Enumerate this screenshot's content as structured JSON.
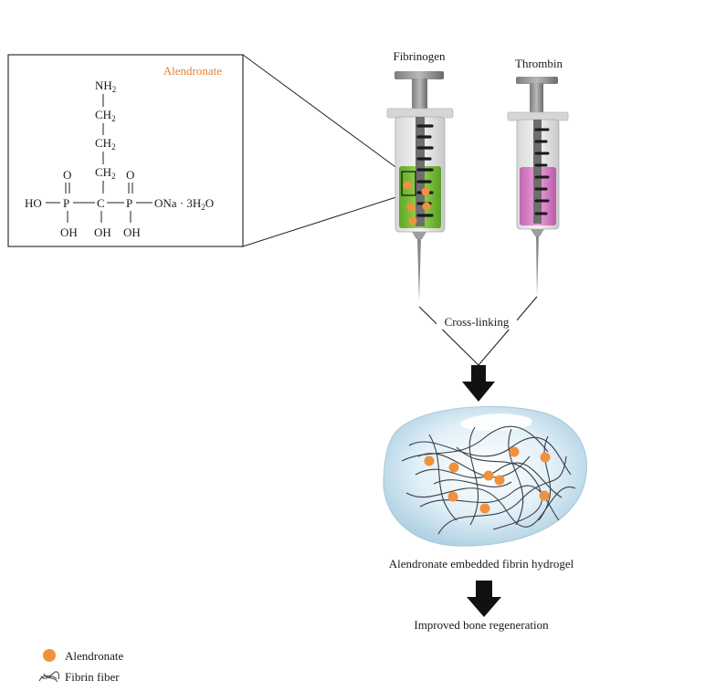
{
  "structure_box": {
    "title": "Alendronate",
    "nh2": "NH",
    "nh2_sub": "2",
    "ch2": "CH",
    "ch2_sub": "2",
    "o": "O",
    "p": "P",
    "c": "C",
    "ho": "HO",
    "oh": "OH",
    "ona": "ONa · 3H",
    "ona_sub": "2",
    "ona_tail": "O"
  },
  "syringes": {
    "left_label": "Fibrinogen",
    "right_label": "Thrombin"
  },
  "process": {
    "crosslink_label": "Cross-linking",
    "hydrogel_label": "Alendronate embedded fibrin hydrogel",
    "result_label": "Improved bone regeneration"
  },
  "legend": {
    "items": [
      {
        "label": "Alendronate",
        "icon": "orange-dot-icon"
      },
      {
        "label": "Fibrin fiber",
        "icon": "fibrin-fiber-icon"
      }
    ]
  },
  "colors": {
    "alendronate": "#f0923c",
    "fibrinogen_fill": "#7bc43a",
    "thrombin_fill": "#d985c9",
    "gel": "#cfe6f2"
  }
}
